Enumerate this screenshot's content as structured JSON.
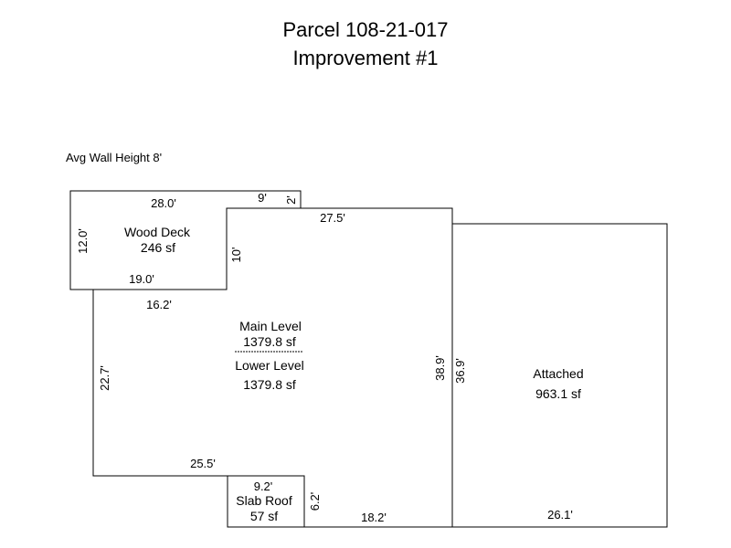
{
  "title": {
    "line1": "Parcel 108-21-017",
    "line2": "Improvement #1"
  },
  "note": "Avg Wall Height 8'",
  "areas": {
    "wood_deck": {
      "name": "Wood Deck",
      "area": "246 sf"
    },
    "main": {
      "upper_name": "Main Level",
      "upper_area": "1379.8 sf",
      "lower_name": "Lower Level",
      "lower_area": "1379.8 sf"
    },
    "attached": {
      "name": "Attached",
      "area": "963.1 sf"
    },
    "slab_roof": {
      "name": "Slab Roof",
      "area": "57 sf"
    }
  },
  "dimensions": {
    "deck_top": "28.0'",
    "deck_left": "12.0'",
    "deck_bottom": "19.0'",
    "deck_inner": "10'",
    "step_top": "9'",
    "step_right": "2'",
    "main_top": "27.5'",
    "main_left_top": "16.2'",
    "main_left": "22.7'",
    "main_bottom": "25.5'",
    "main_right": "38.9'",
    "attached_left": "36.9'",
    "slab_top": "9.2'",
    "slab_right": "6.2'",
    "main_bottom_right": "18.2'",
    "attached_bottom": "26.1'"
  }
}
